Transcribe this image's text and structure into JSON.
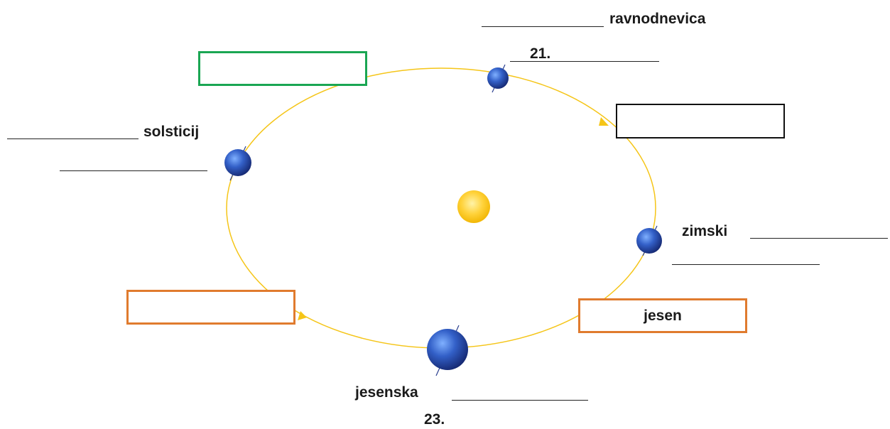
{
  "labels": {
    "equinox_top": "ravnodnevica",
    "date_top": "21.",
    "solstice_left": "solsticij",
    "winter_right": "zimski",
    "autumn_bottom": "jesenska",
    "date_bottom": "23."
  },
  "boxes": {
    "green_top_left": "",
    "black_top_right": "",
    "orange_bottom_left": "",
    "orange_bottom_right": "jesen"
  },
  "colors": {
    "orbit": "#f5c518",
    "sun": "#ffd23a",
    "planet": "#2b4fb0",
    "box_green": "#1aa653",
    "box_orange": "#e07b2e",
    "box_black": "#111111"
  }
}
